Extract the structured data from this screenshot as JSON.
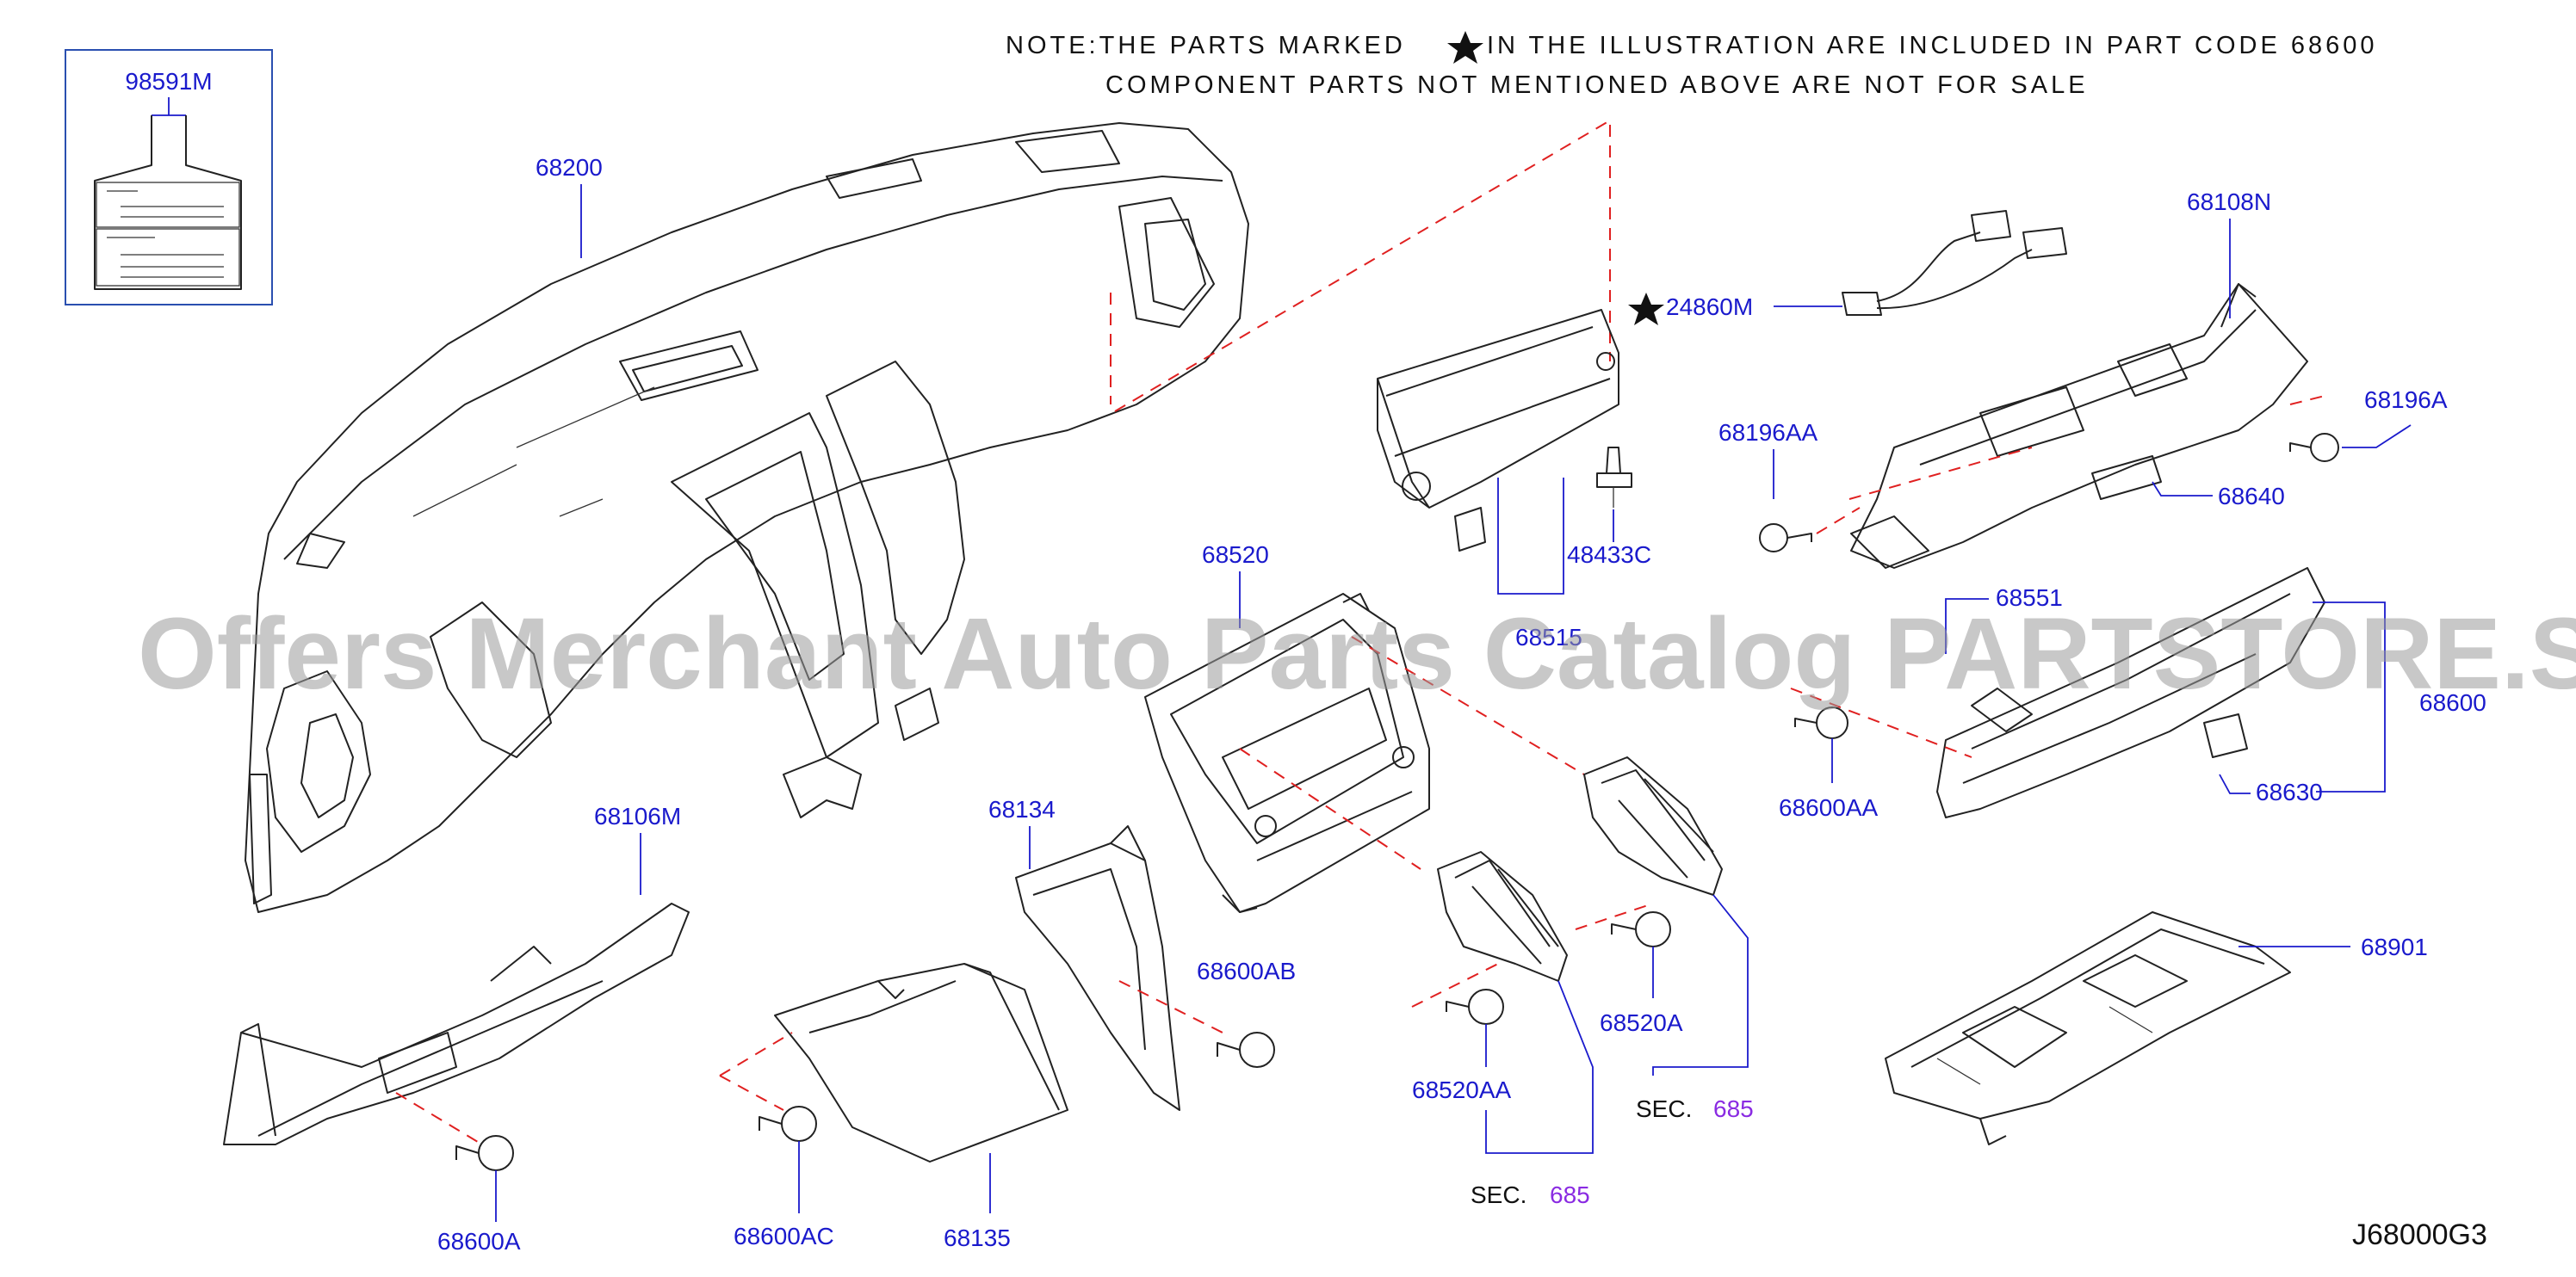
{
  "note": {
    "line1_before": "NOTE:THE PARTS MARKED",
    "line1_after": "IN THE ILLUSTRATION ARE INCLUDED IN PART CODE 68600",
    "line2": "COMPONENT PARTS NOT MENTIONED ABOVE ARE NOT FOR SALE"
  },
  "watermark": "Offers Merchant Auto Parts Catalog PARTSTORE.SA",
  "drawing_code": "J68000G3",
  "sec_label": "SEC.",
  "sec_number": "685",
  "parts": {
    "p98591M": "98591M",
    "p68200": "68200",
    "p24860M": "24860M",
    "p68108N": "68108N",
    "p68196AA": "68196AA",
    "p68196A": "68196A",
    "p68640": "68640",
    "p48433C": "48433C",
    "p68515": "68515",
    "p68520": "68520",
    "p68551": "68551",
    "p68600": "68600",
    "p68630": "68630",
    "p68600AA": "68600AA",
    "p68106M": "68106M",
    "p68134": "68134",
    "p68600AB": "68600AB",
    "p68520A": "68520A",
    "p68520AA": "68520AA",
    "p68901": "68901",
    "p68600A": "68600A",
    "p68600AC": "68600AC",
    "p68135": "68135"
  },
  "colors": {
    "label": "#1a1acc",
    "leader": "#1a1acc",
    "dashed_guide": "#e02020",
    "section_number": "#8a2be2",
    "watermark": "#9a9a9a"
  },
  "icons": {
    "marker": "star-icon"
  }
}
